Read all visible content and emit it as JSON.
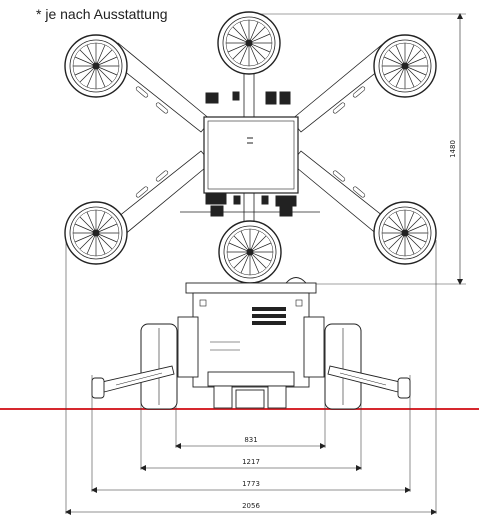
{
  "note": "* je nach Ausstattung",
  "dimensions": {
    "height": "1480",
    "width_1": "831",
    "width_2": "1217",
    "width_3": "1773",
    "width_4": "2056"
  },
  "colors": {
    "line": "#222222",
    "ground_line": "#d6282e"
  }
}
